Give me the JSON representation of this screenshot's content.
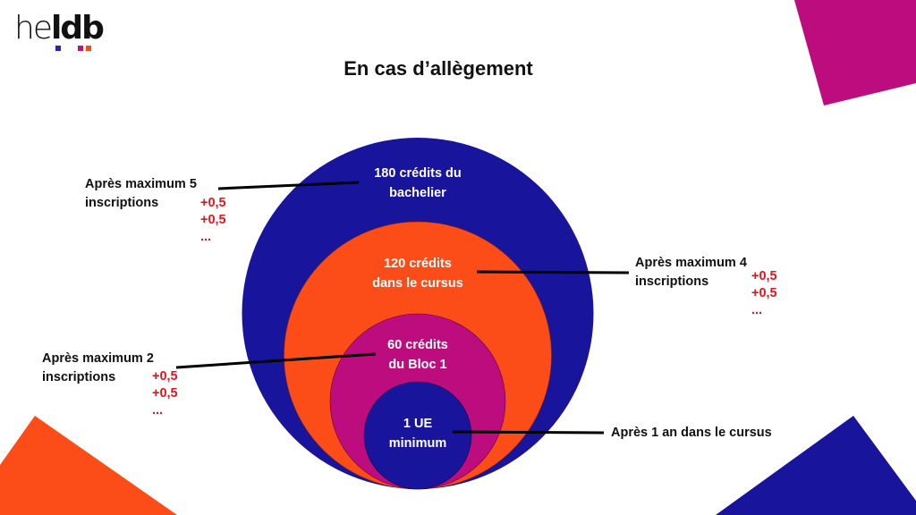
{
  "logo": {
    "text_thin": "he",
    "text_bold": "ldb",
    "dot_colors": [
      "#2a22b0",
      "#c1127c",
      "#f24d1a"
    ]
  },
  "title": "En cas d’allègement",
  "colors": {
    "navy": "#18159c",
    "orange": "#fc4c17",
    "magenta": "#bd0c7e",
    "increment_red": "#e8141c"
  },
  "circles": [
    {
      "id": "bachelier",
      "line1": "180 crédits du",
      "line2": "bachelier",
      "fill": "#18159c"
    },
    {
      "id": "cursus",
      "line1": "120 crédits",
      "line2": "dans le cursus",
      "fill": "#fc4c17"
    },
    {
      "id": "bloc1",
      "line1": "60 crédits",
      "line2": "du Bloc 1",
      "fill": "#bd0c7e"
    },
    {
      "id": "ue",
      "line1": "1 UE",
      "line2": "minimum",
      "fill": "#18159c"
    }
  ],
  "notes": [
    {
      "id": "max5",
      "line1": "Après maximum 5",
      "line2": "inscriptions",
      "increments": [
        "+0,5",
        "+0,5",
        "..."
      ]
    },
    {
      "id": "max4",
      "line1": "Après maximum 4",
      "line2": "inscriptions",
      "increments": [
        "+0,5",
        "+0,5",
        "..."
      ]
    },
    {
      "id": "max2",
      "line1": "Après maximum 2",
      "line2": "inscriptions",
      "increments": [
        "+0,5",
        "+0,5",
        "..."
      ]
    },
    {
      "id": "one_year",
      "line1": "Après 1 an dans le cursus"
    }
  ]
}
